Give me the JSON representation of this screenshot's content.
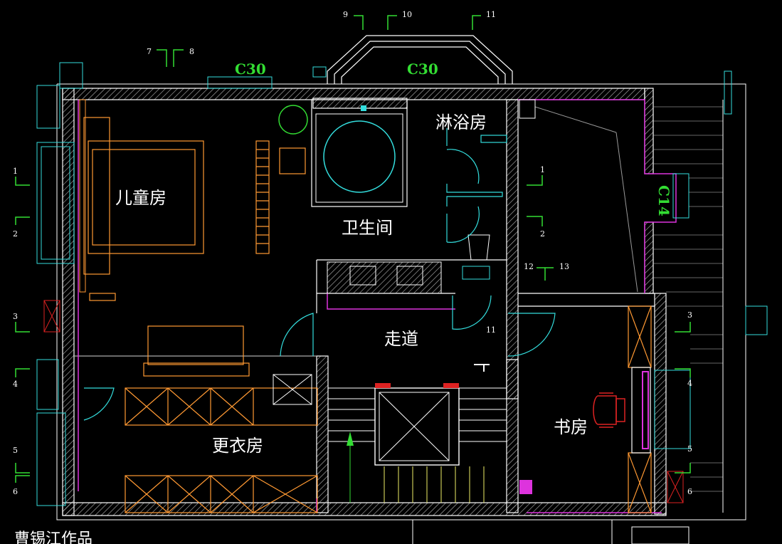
{
  "rooms": {
    "kids_room": "儿童房",
    "bathroom": "卫生间",
    "shower_room": "淋浴房",
    "corridor": "走道",
    "dressing_room": "更衣房",
    "study": "书房"
  },
  "tags": {
    "window_c30_left": "C30",
    "window_c30_right": "C30",
    "window_c14": "C14"
  },
  "section_markers": {
    "m1_left": "1",
    "m2_left": "2",
    "m3_left": "3",
    "m4_left": "4",
    "m5_left": "5",
    "m6_left": "6",
    "m7": "7",
    "m8": "8",
    "m9": "9",
    "m10": "10",
    "m11_top": "11",
    "m1_mid": "1",
    "m2_mid": "2",
    "m12": "12",
    "m13": "13",
    "m11_mid": "11",
    "m3_right": "3",
    "m4_right": "4",
    "m5_right": "5",
    "m6_right": "6"
  },
  "author_credit": "曹锡江作品",
  "colors": {
    "background": "#000000",
    "wall": "#ffffff",
    "wall_fill_hatch": "#bbbbbb",
    "furniture_orange": "#ff9933",
    "cyan": "#33dddd",
    "green": "#33dd33",
    "magenta": "#dd33dd",
    "red": "#ff3333"
  }
}
